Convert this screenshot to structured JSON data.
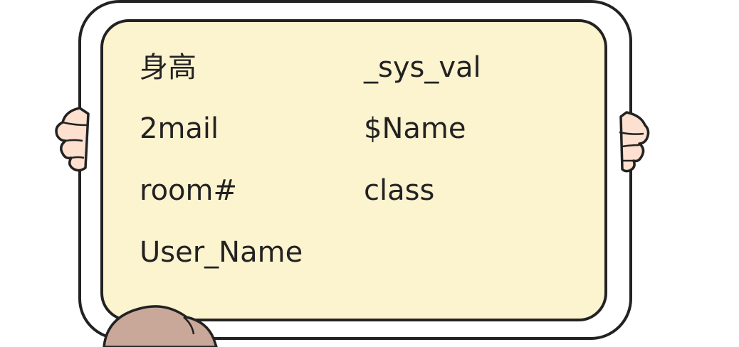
{
  "sign": {
    "words": [
      "身高",
      "2mail",
      "room#",
      "User_Name",
      "_sys_val",
      "$Name",
      "class"
    ]
  },
  "colors": {
    "board_fill": "#fcf3cf",
    "frame_fill": "#ffffff",
    "outline": "#222222",
    "skin": "#fde0cf",
    "hair": "#c9a89a",
    "text": "#222222"
  }
}
